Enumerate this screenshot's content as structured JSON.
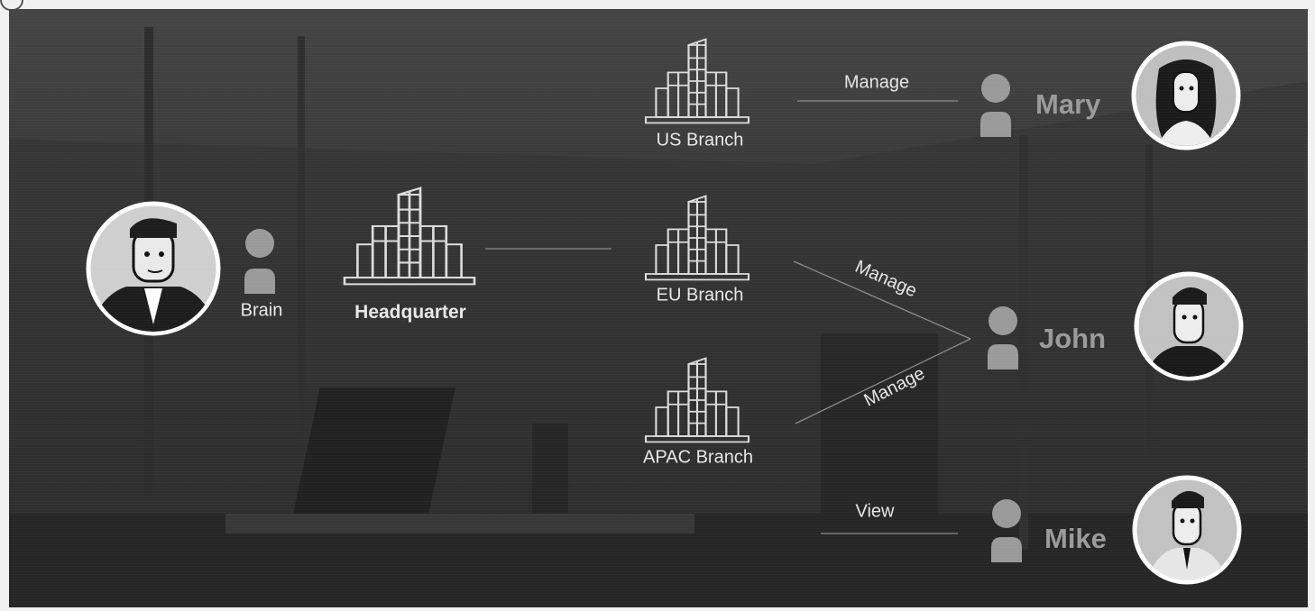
{
  "diagram": {
    "brain": {
      "label": "Brain"
    },
    "headquarter": {
      "label": "Headquarter"
    },
    "branches": [
      {
        "id": "us",
        "label": "US Branch"
      },
      {
        "id": "eu",
        "label": "EU Branch"
      },
      {
        "id": "apac",
        "label": "APAC Branch"
      }
    ],
    "people": [
      {
        "id": "mary",
        "name": "Mary"
      },
      {
        "id": "john",
        "name": "John"
      },
      {
        "id": "mike",
        "name": "Mike"
      }
    ],
    "relations": [
      {
        "from": "mary",
        "to": "us",
        "label": "Manage"
      },
      {
        "from": "john",
        "to": "eu",
        "label": "Manage"
      },
      {
        "from": "john",
        "to": "apac",
        "label": "Manage"
      },
      {
        "from": "mike",
        "to": "apac",
        "label": "View"
      }
    ]
  },
  "colors": {
    "background": "#333333",
    "text": "#e8e8e8",
    "person_name": "#9a9a9a",
    "building_outline": "#dcdcdc",
    "person_icon": "#9a9a9a",
    "avatar_bg": "#c9c9c9",
    "avatar_outline": "#ffffff"
  }
}
